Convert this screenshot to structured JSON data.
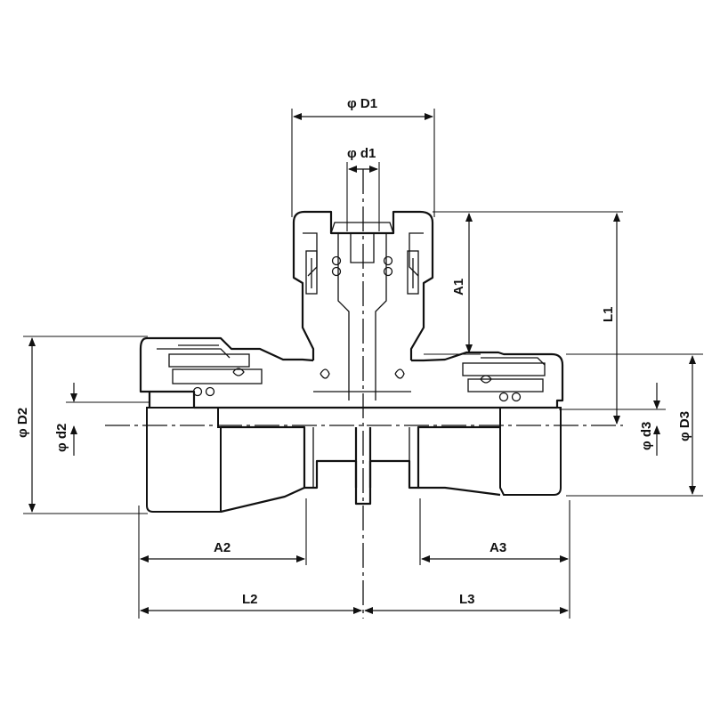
{
  "drawing": {
    "labels": {
      "D1": "φ D1",
      "d1": "φ d1",
      "A1": "A1",
      "L1": "L1",
      "D2": "φ D2",
      "d2": "φ d2",
      "D3": "φ D3",
      "d3": "φ d3",
      "A2": "A2",
      "L2": "L2",
      "A3": "A3",
      "L3": "L3"
    }
  }
}
